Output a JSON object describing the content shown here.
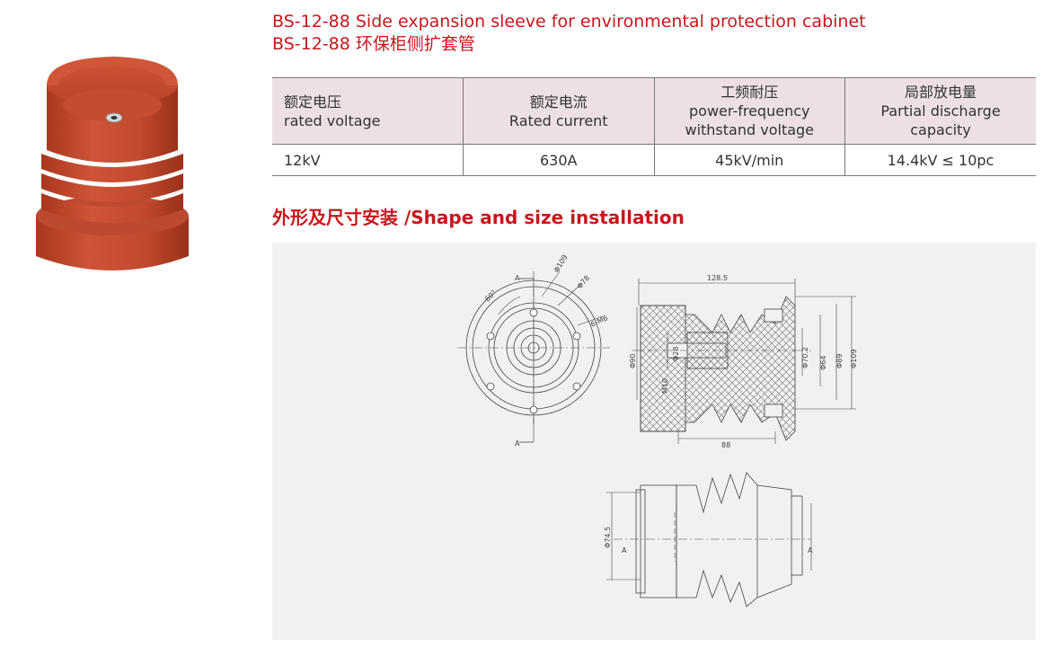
{
  "title": {
    "english": "BS-12-88 Side expansion sleeve for environmental protection cabinet",
    "chinese": "BS-12-88 环保柜侧扩套管"
  },
  "spec_table": {
    "headers": [
      {
        "zh": "额定电压",
        "en": "rated voltage"
      },
      {
        "zh": "额定电流",
        "en": "Rated current"
      },
      {
        "zh": "工频耐压",
        "en": "power-frequency",
        "en2": "withstand voltage"
      },
      {
        "zh": "局部放电量",
        "en": "Partial discharge",
        "en2": "capacity"
      }
    ],
    "row": [
      "12kV",
      "630A",
      "45kV/min",
      "14.4kV ≤ 10pc"
    ]
  },
  "section_heading": "外形及尺寸安装 /Shape and size installation",
  "drawing": {
    "front_view": {
      "label_top": "A",
      "label_bottom": "A",
      "angle": "60°",
      "outer_dia": "Φ109",
      "pcd": "Φ78",
      "bolts": "6-M6"
    },
    "side_view": {
      "length": "128.5",
      "bottom_length": "88",
      "dia_90": "Φ90",
      "dia_28": "Φ28",
      "thread": "M10",
      "dia_70": "Φ70.2",
      "dia_64": "Φ64",
      "dia_89": "Φ89",
      "dia_109": "Φ109"
    },
    "section_view": {
      "dia": "Φ74.5",
      "label_left": "A",
      "label_right": "A"
    }
  },
  "colors": {
    "accent": "#c8161d",
    "header_bg": "#ece0e2",
    "panel_bg": "#f1f1f1",
    "product": "#c2472f"
  }
}
